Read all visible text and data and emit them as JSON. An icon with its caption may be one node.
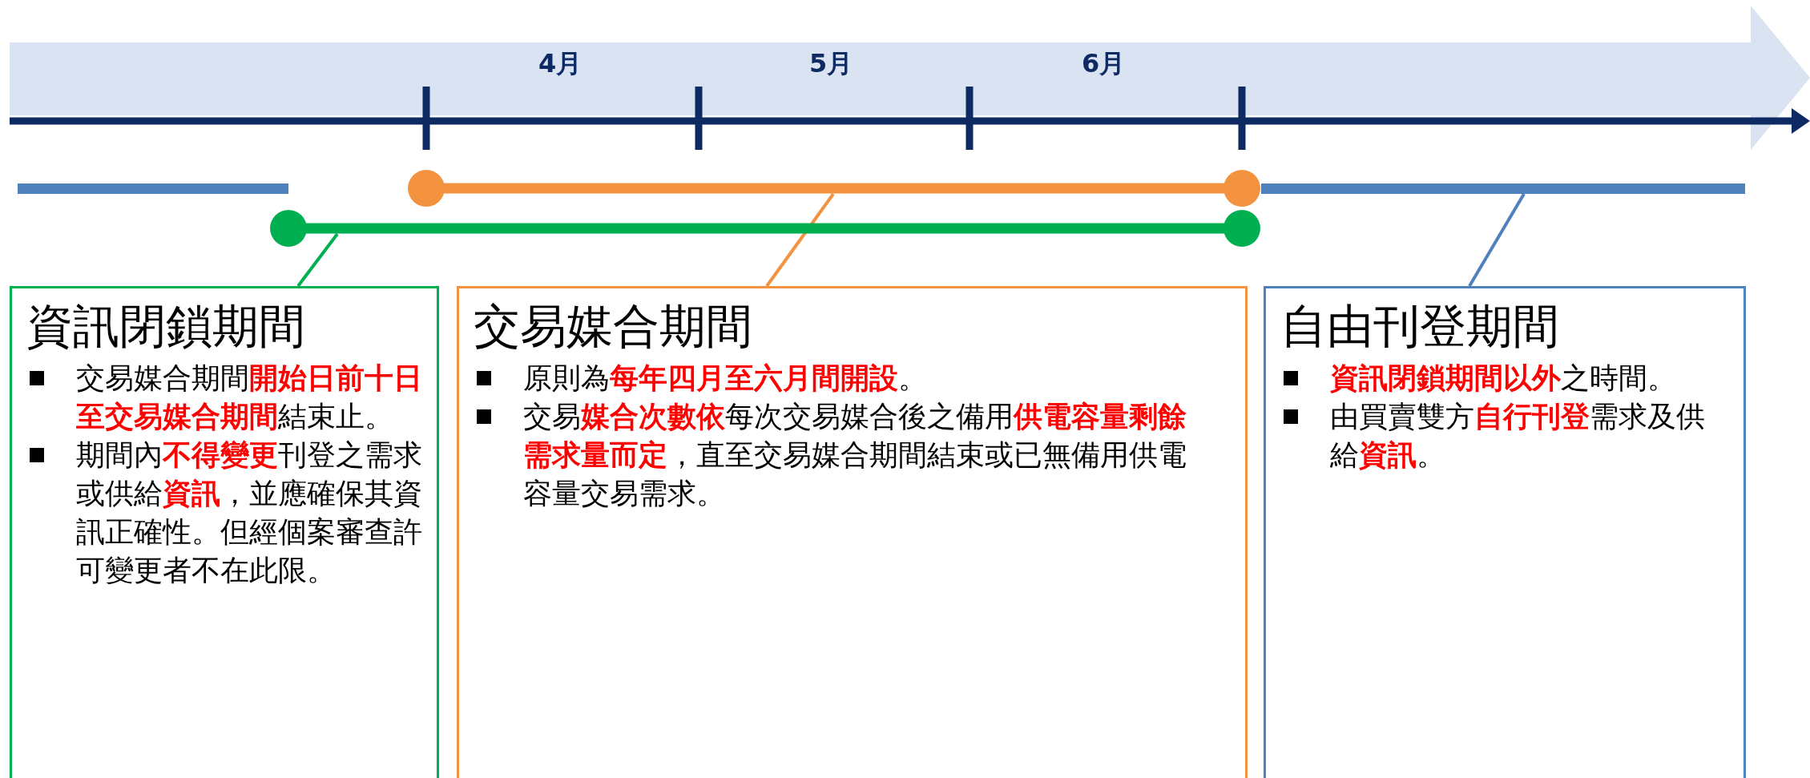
{
  "diagram": {
    "nodes": [
      {
        "text": [],
        "shape": "bar"
      },
      {
        "text": [],
        "shape": "bar"
      },
      {
        "text": [],
        "shape": "bar"
      },
      {
        "text": [],
        "shape": "bar"
      },
      {
        "text": [
          "資訊閉鎖期間",
          "交易媒合期間**開始日前十日至交易媒合期間**結束止。",
          "期間內**不得變更**刊登之需求或供給**資訊**，並應確保其資訊正確性。但經個案審查許可變更者不在此限。"
        ]
      },
      {
        "text": [
          "交易媒合期間",
          "原則為**每年四月至六月間開設**。",
          "交易**媒合次數依**每次交易媒合後之備用**供電容量剩餘需求量而定**，直至交易媒合期間結束或已無備用供電容量交易需求。"
        ]
      },
      {
        "text": [
          "自由刊登期間",
          "**資訊閉鎖期間以外**之時間。",
          "由買賣雙方**自行刊登**需求及供給**資訊**。"
        ]
      }
    ],
    "edges": [
      {
        "from": 4,
        "to": 3,
        "arrow": "none",
        "color": "#00b050"
      },
      {
        "from": 5,
        "to": 1,
        "arrow": "none",
        "color": "#f39340"
      },
      {
        "from": 6,
        "to": 2,
        "arrow": "none",
        "color": "#4f81bd"
      }
    ],
    "labels": [
      "4月",
      "5月",
      "6月"
    ]
  }
}
